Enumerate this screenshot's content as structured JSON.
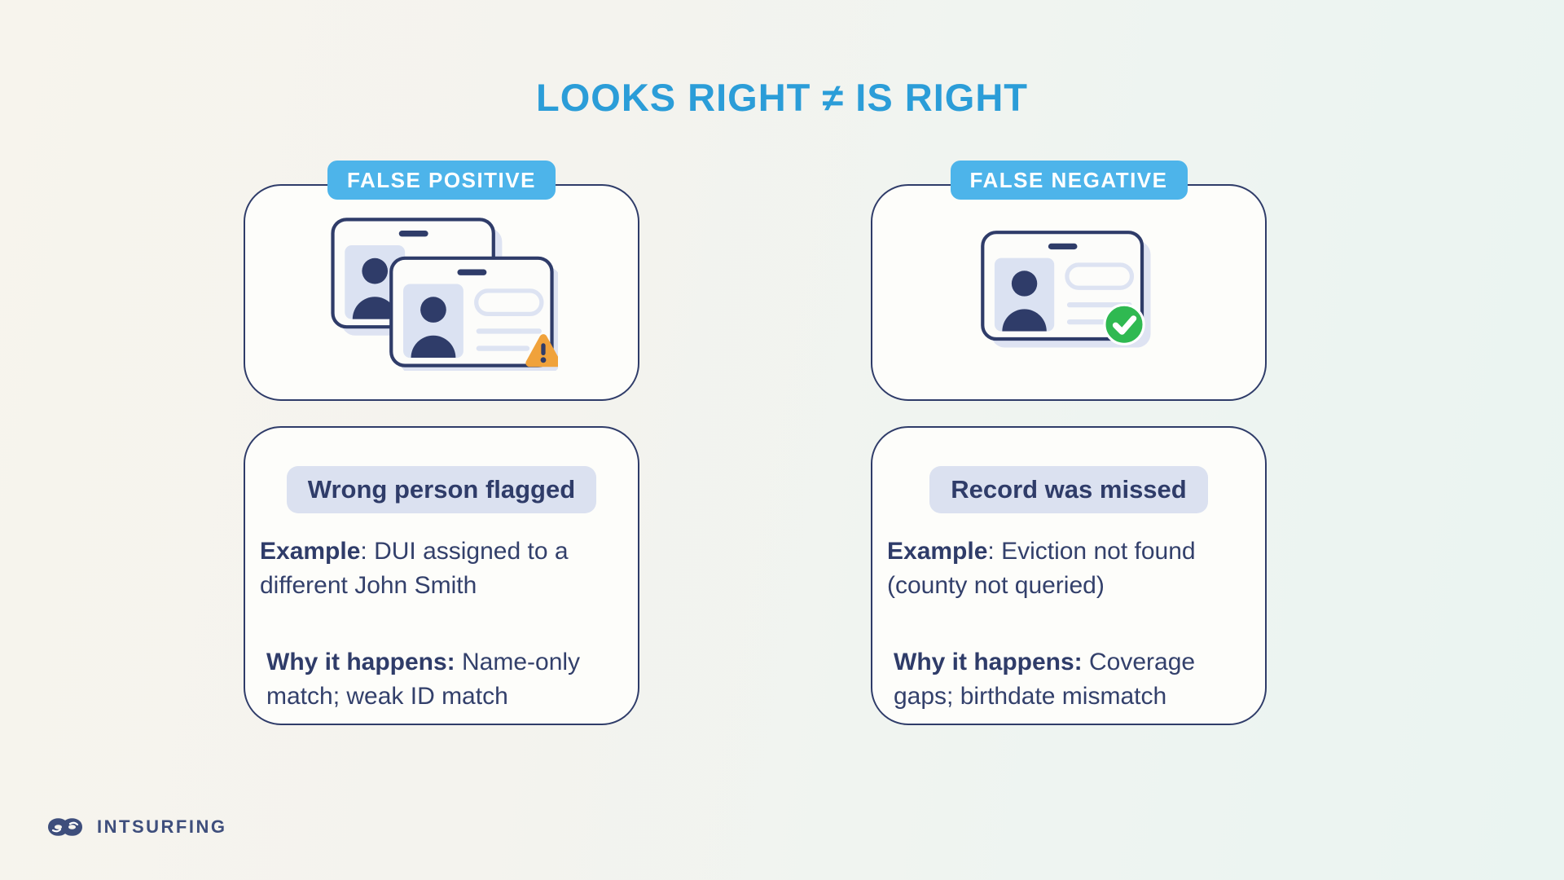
{
  "page": {
    "title": "LOOKS RIGHT ≠ IS RIGHT",
    "brand": "INTSURFING"
  },
  "colors": {
    "title_blue": "#2b9dd8",
    "badge_blue": "#4db4ea",
    "navy_text": "#2f3c69",
    "lavender_fill": "#dde3f2",
    "heading_pill_bg": "#dbe1f0",
    "warning_orange": "#f0a23b",
    "success_green": "#2fb951",
    "card_bg": "#fdfdfa",
    "logo_navy": "#3e4e7c"
  },
  "columns": [
    {
      "badge": "FALSE POSITIVE",
      "icon": "duplicate-id-cards-warning-icon",
      "heading": "Wrong person flagged",
      "example_label": "Example",
      "example_rest": ": DUI assigned to a different John Smith",
      "why_label": "Why it happens:",
      "why_rest": " Name-only match; weak ID match"
    },
    {
      "badge": "FALSE NEGATIVE",
      "icon": "id-card-verified-icon",
      "heading": "Record was missed",
      "example_label": "Example",
      "example_rest": ": Eviction not found (county not queried)",
      "why_label": "Why it happens:",
      "why_rest": " Coverage gaps; birthdate mismatch"
    }
  ]
}
